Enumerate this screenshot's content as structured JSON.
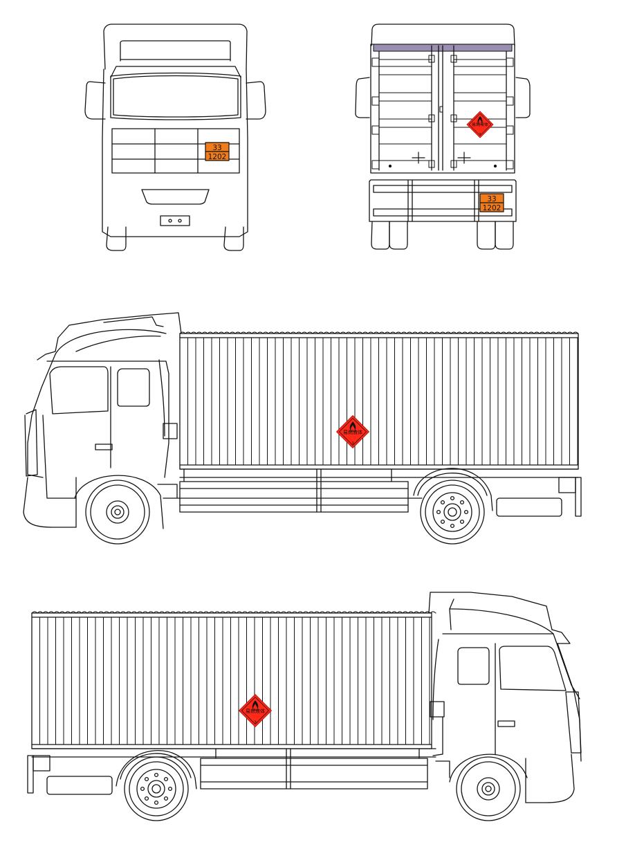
{
  "plate": {
    "hazard_id": "33",
    "un_number": "1202"
  },
  "diamond": {
    "label": "易燃液体",
    "class_number": "3"
  },
  "colors": {
    "line": "#111111",
    "plate_orange": "#f07c1c",
    "diamond_red": "#ff2a1a",
    "background": "#ffffff"
  },
  "icons": {
    "flame": "flame-icon",
    "wheel_hub": "wheel-hub-icon"
  }
}
